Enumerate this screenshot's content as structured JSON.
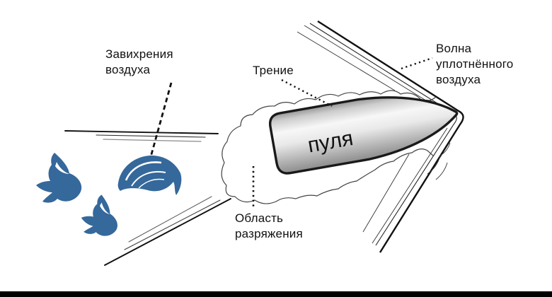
{
  "figure": {
    "type": "physics-diagram",
    "subject": "supersonic bullet airflow",
    "background": "#ffffff",
    "bottom_bar_color": "#000000"
  },
  "labels": {
    "vortices": {
      "line1": "Завихрения",
      "line2": "воздуха"
    },
    "friction": {
      "line1": "Трение"
    },
    "compression_wave": {
      "line1": "Волна",
      "line2": "уплотнённого",
      "line3": "воздуха"
    },
    "rarefaction": {
      "line1": "Область",
      "line2": "разряжения"
    },
    "bullet": {
      "line1": "пуля"
    }
  },
  "colors": {
    "vortex_blue": "#35689B",
    "ink": "#111111",
    "cloud_line": "#444444"
  },
  "icons": {
    "vortex_1": "vortex-swirl-icon",
    "vortex_2": "vortex-swirl-icon",
    "vortex_3": "vortex-wave-icon"
  }
}
